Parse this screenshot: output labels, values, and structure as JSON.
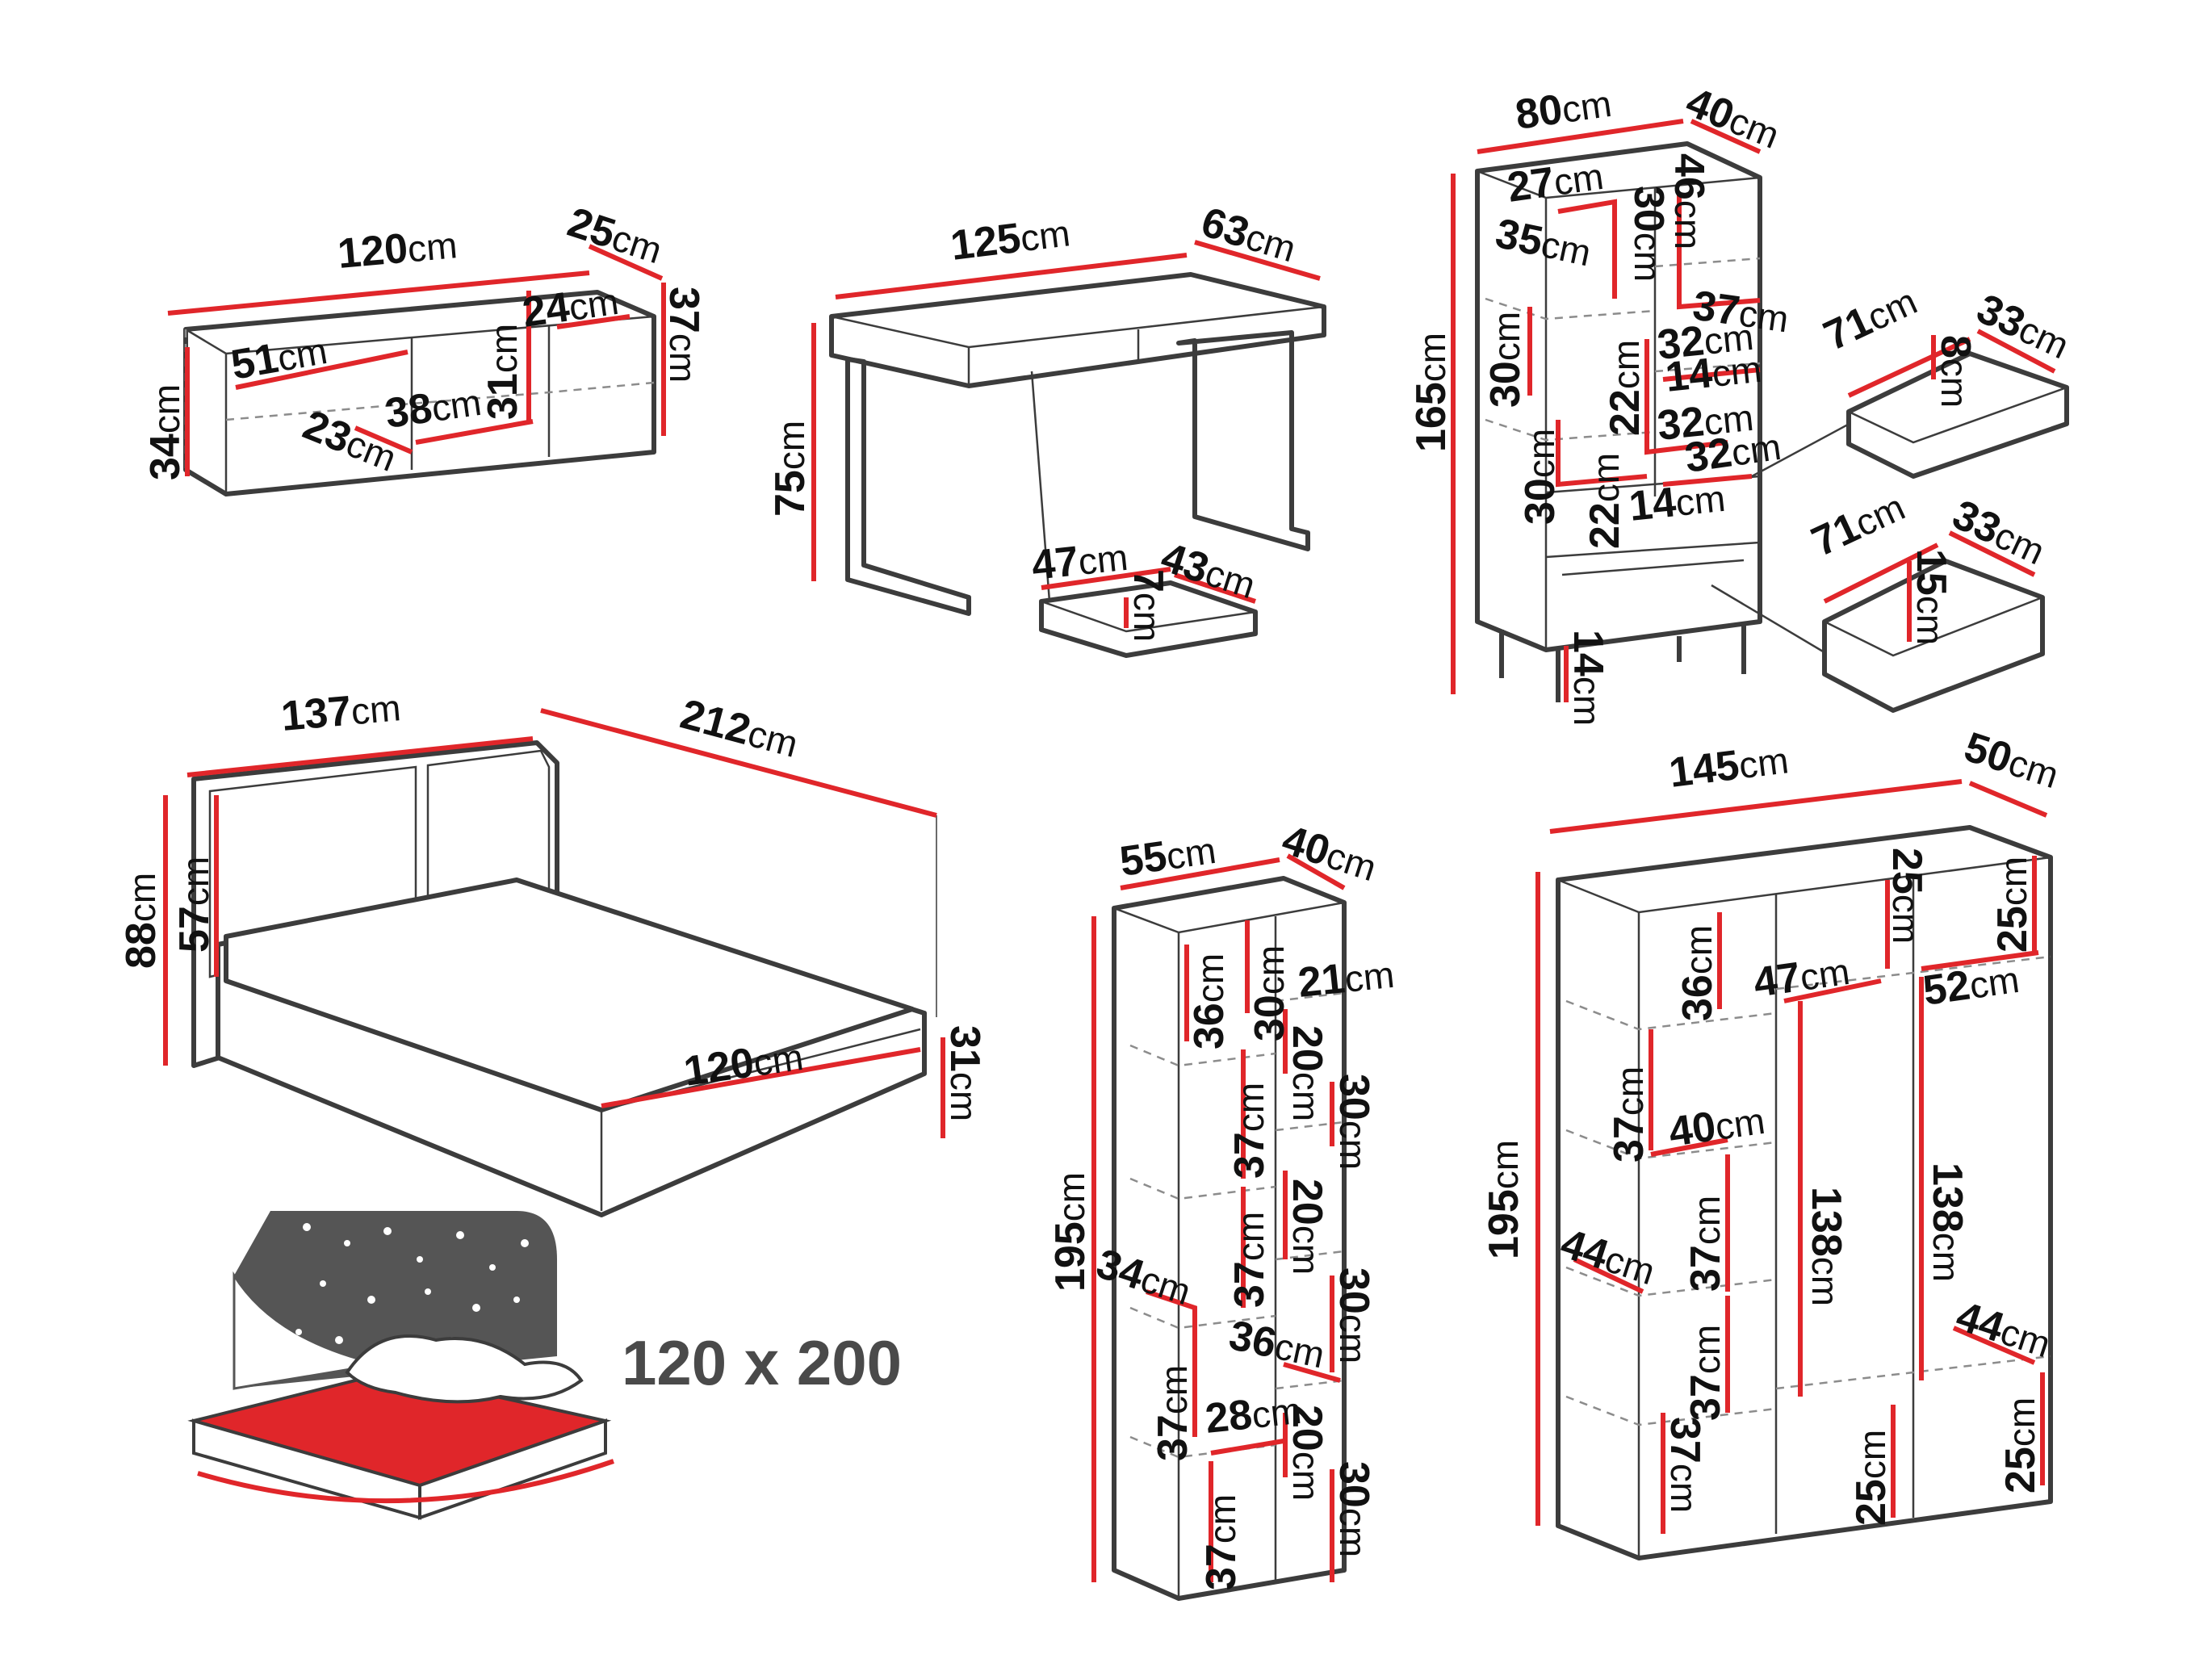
{
  "furniture": {
    "cabinet": {
      "width": {
        "value": "120",
        "unit": "cm"
      },
      "depth": {
        "value": "25",
        "unit": "cm"
      },
      "height_right": {
        "value": "37",
        "unit": "cm"
      },
      "height_left": {
        "value": "34",
        "unit": "cm"
      },
      "inner_width_left": {
        "value": "51",
        "unit": "cm"
      },
      "inner_depth": {
        "value": "23",
        "unit": "cm"
      },
      "inner_width_mid": {
        "value": "38",
        "unit": "cm"
      },
      "inner_height": {
        "value": "31",
        "unit": "cm"
      },
      "inner_width_right": {
        "value": "24",
        "unit": "cm"
      }
    },
    "desk": {
      "width": {
        "value": "125",
        "unit": "cm"
      },
      "depth": {
        "value": "63",
        "unit": "cm"
      },
      "height": {
        "value": "75",
        "unit": "cm"
      },
      "drawer_width": {
        "value": "47",
        "unit": "cm"
      },
      "drawer_depth": {
        "value": "43",
        "unit": "cm"
      },
      "drawer_height": {
        "value": "7",
        "unit": "cm"
      }
    },
    "bookcase": {
      "width": {
        "value": "80",
        "unit": "cm"
      },
      "depth": {
        "value": "40",
        "unit": "cm"
      },
      "height": {
        "value": "165",
        "unit": "cm"
      },
      "leg_height": {
        "value": "14",
        "unit": "cm"
      },
      "labels": [
        {
          "value": "27",
          "unit": "cm"
        },
        {
          "value": "35",
          "unit": "cm"
        },
        {
          "value": "30",
          "unit": "cm"
        },
        {
          "value": "46",
          "unit": "cm"
        },
        {
          "value": "37",
          "unit": "cm"
        },
        {
          "value": "30",
          "unit": "cm"
        },
        {
          "value": "32",
          "unit": "cm"
        },
        {
          "value": "22",
          "unit": "cm"
        },
        {
          "value": "14",
          "unit": "cm"
        },
        {
          "value": "32",
          "unit": "cm"
        },
        {
          "value": "30",
          "unit": "cm"
        },
        {
          "value": "32",
          "unit": "cm"
        },
        {
          "value": "22",
          "unit": "cm"
        },
        {
          "value": "14",
          "unit": "cm"
        }
      ],
      "drawer_small": {
        "width": {
          "value": "71",
          "unit": "cm"
        },
        "depth": {
          "value": "33",
          "unit": "cm"
        },
        "height": {
          "value": "8",
          "unit": "cm"
        }
      },
      "drawer_large": {
        "width": {
          "value": "71",
          "unit": "cm"
        },
        "depth": {
          "value": "33",
          "unit": "cm"
        },
        "height": {
          "value": "15",
          "unit": "cm"
        }
      }
    },
    "bed": {
      "width": {
        "value": "137",
        "unit": "cm"
      },
      "length": {
        "value": "212",
        "unit": "cm"
      },
      "headboard_height": {
        "value": "88",
        "unit": "cm"
      },
      "headboard_inner": {
        "value": "57",
        "unit": "cm"
      },
      "mattress_width": {
        "value": "120",
        "unit": "cm"
      },
      "frame_height": {
        "value": "31",
        "unit": "cm"
      },
      "size_label": "120 x 200"
    },
    "shelf": {
      "width": {
        "value": "55",
        "unit": "cm"
      },
      "depth": {
        "value": "40",
        "unit": "cm"
      },
      "height": {
        "value": "195",
        "unit": "cm"
      },
      "labels": [
        {
          "value": "36",
          "unit": "cm"
        },
        {
          "value": "30",
          "unit": "cm"
        },
        {
          "value": "21",
          "unit": "cm"
        },
        {
          "value": "20",
          "unit": "cm"
        },
        {
          "value": "37",
          "unit": "cm"
        },
        {
          "value": "30",
          "unit": "cm"
        },
        {
          "value": "20",
          "unit": "cm"
        },
        {
          "value": "37",
          "unit": "cm"
        },
        {
          "value": "34",
          "unit": "cm"
        },
        {
          "value": "30",
          "unit": "cm"
        },
        {
          "value": "36",
          "unit": "cm"
        },
        {
          "value": "28",
          "unit": "cm"
        },
        {
          "value": "37",
          "unit": "cm"
        },
        {
          "value": "20",
          "unit": "cm"
        },
        {
          "value": "37",
          "unit": "cm"
        },
        {
          "value": "30",
          "unit": "cm"
        }
      ]
    },
    "wardrobe": {
      "width": {
        "value": "145",
        "unit": "cm"
      },
      "depth": {
        "value": "50",
        "unit": "cm"
      },
      "height": {
        "value": "195",
        "unit": "cm"
      },
      "labels": [
        {
          "value": "36",
          "unit": "cm"
        },
        {
          "value": "25",
          "unit": "cm"
        },
        {
          "value": "25",
          "unit": "cm"
        },
        {
          "value": "47",
          "unit": "cm"
        },
        {
          "value": "52",
          "unit": "cm"
        },
        {
          "value": "37",
          "unit": "cm"
        },
        {
          "value": "40",
          "unit": "cm"
        },
        {
          "value": "138",
          "unit": "cm"
        },
        {
          "value": "138",
          "unit": "cm"
        },
        {
          "value": "44",
          "unit": "cm"
        },
        {
          "value": "37",
          "unit": "cm"
        },
        {
          "value": "44",
          "unit": "cm"
        },
        {
          "value": "37",
          "unit": "cm"
        },
        {
          "value": "37",
          "unit": "cm"
        },
        {
          "value": "25",
          "unit": "cm"
        },
        {
          "value": "25",
          "unit": "cm"
        }
      ]
    }
  }
}
